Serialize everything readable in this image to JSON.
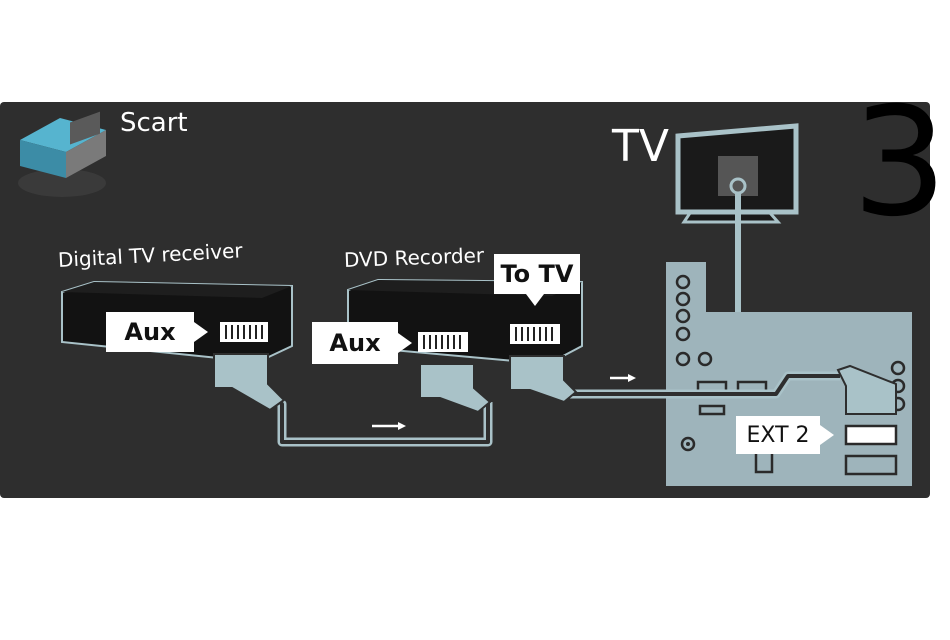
{
  "legend": {
    "connector_label": "Scart",
    "icon": "scart-plug-icon"
  },
  "step_number": "3",
  "tv": {
    "label": "TV"
  },
  "devices": {
    "receiver": {
      "name": "Digital TV receiver",
      "port_label": "Aux"
    },
    "recorder": {
      "name": "DVD Recorder",
      "in_port_label": "Aux",
      "out_port_label": "To TV"
    }
  },
  "tv_panel": {
    "port_label": "EXT 2"
  },
  "colors": {
    "background": "#2e2e2e",
    "cable": "#a9c2c8",
    "tv_panel": "#9eb4bb",
    "device_body": "#121212",
    "label": "#ffffff"
  }
}
